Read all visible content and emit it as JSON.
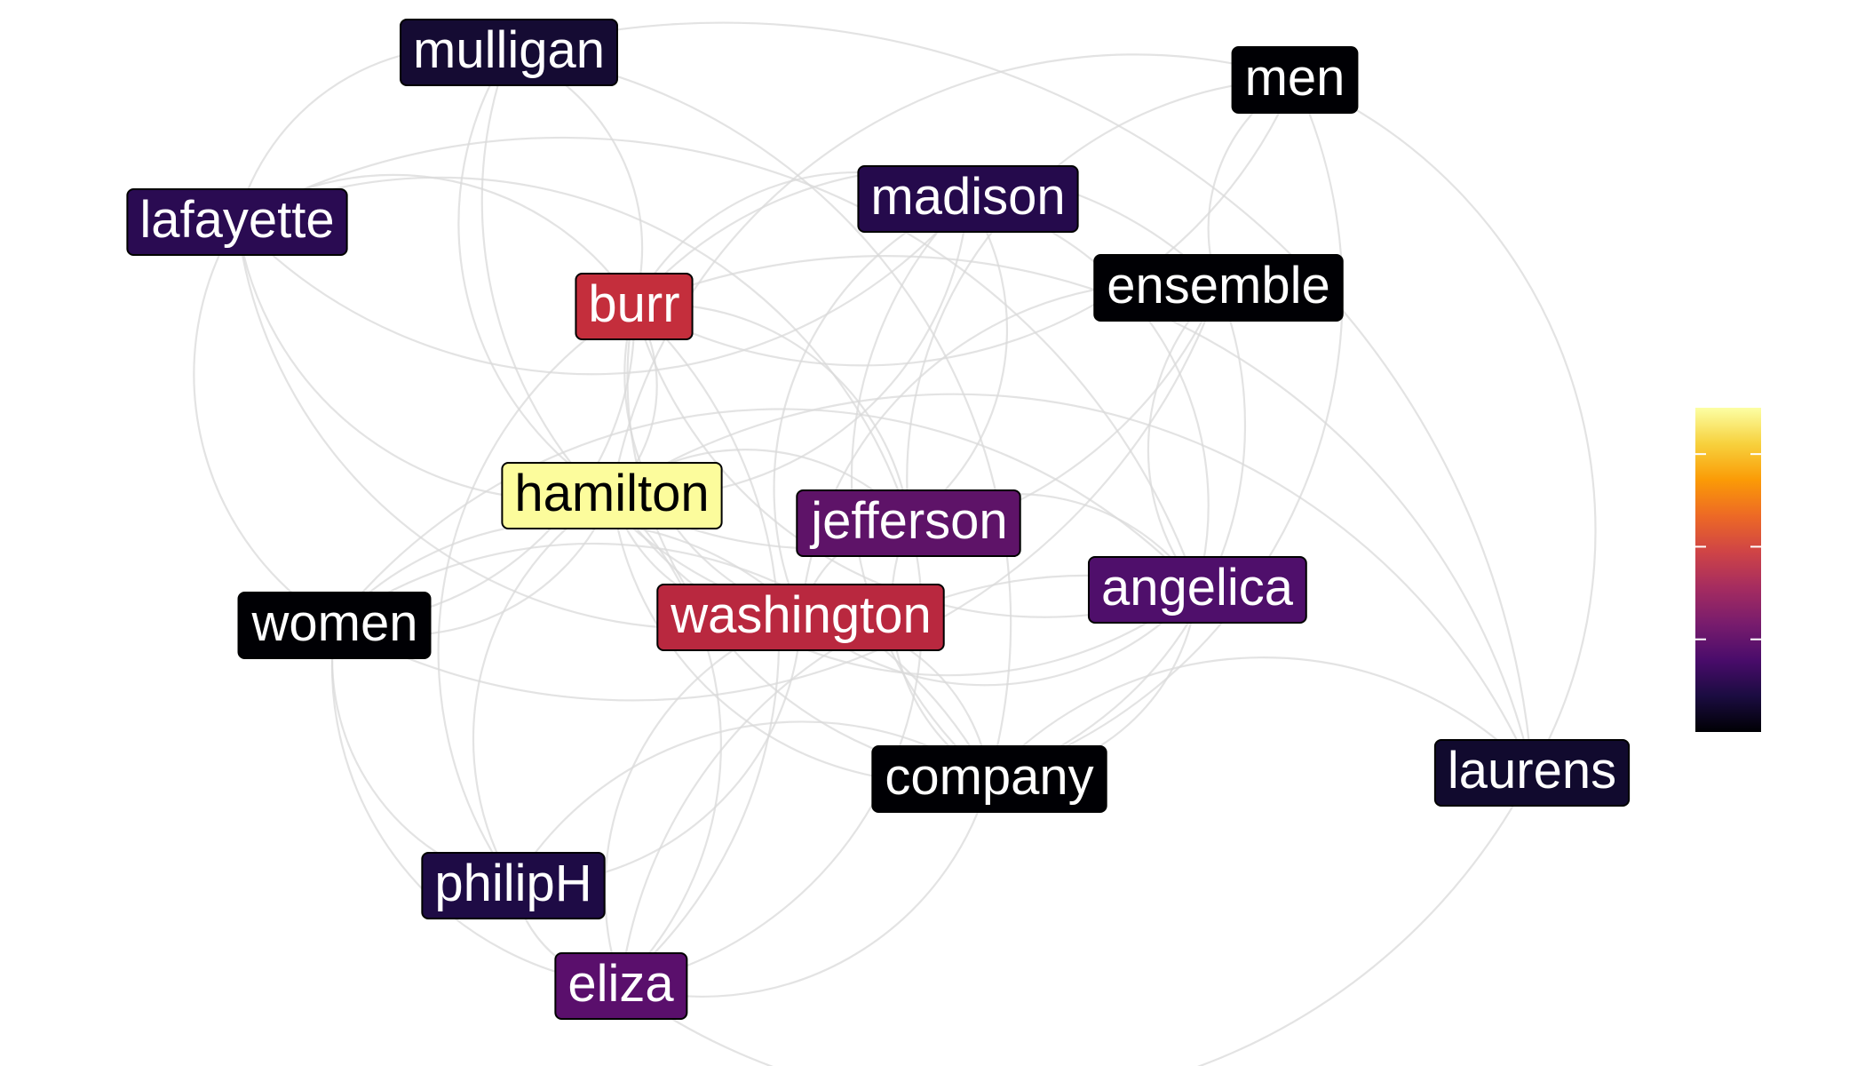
{
  "colors": {
    "edge": "#d9d9d9",
    "background": "#ffffff",
    "light_text": "#ffffff",
    "dark_text": "#000000",
    "colorbar_stops": [
      "#000004",
      "#1b0c41",
      "#4a0c6b",
      "#781c6d",
      "#a52c60",
      "#cf4446",
      "#ed6925",
      "#fb9b06",
      "#f7d13d",
      "#fcffa4"
    ]
  },
  "nodes": [
    {
      "id": "mulligan",
      "label": "mulligan",
      "color": "#150b33"
    },
    {
      "id": "men",
      "label": "men",
      "color": "#000004"
    },
    {
      "id": "lafayette",
      "label": "lafayette",
      "color": "#2a0b52"
    },
    {
      "id": "madison",
      "label": "madison",
      "color": "#250a4c"
    },
    {
      "id": "ensemble",
      "label": "ensemble",
      "color": "#000004"
    },
    {
      "id": "burr",
      "label": "burr",
      "color": "#c42e3c"
    },
    {
      "id": "hamilton",
      "label": "hamilton",
      "color": "#fcfc9c"
    },
    {
      "id": "jefferson",
      "label": "jefferson",
      "color": "#5e1368"
    },
    {
      "id": "angelica",
      "label": "angelica",
      "color": "#4f0f6b"
    },
    {
      "id": "women",
      "label": "women",
      "color": "#000004"
    },
    {
      "id": "washington",
      "label": "washington",
      "color": "#b9283f"
    },
    {
      "id": "company",
      "label": "company",
      "color": "#000004"
    },
    {
      "id": "laurens",
      "label": "laurens",
      "color": "#110a2e"
    },
    {
      "id": "philipH",
      "label": "philipH",
      "color": "#1e0b45"
    },
    {
      "id": "eliza",
      "label": "eliza",
      "color": "#5a0f6c"
    }
  ],
  "edges": [
    [
      "mulligan",
      "hamilton"
    ],
    [
      "mulligan",
      "burr"
    ],
    [
      "mulligan",
      "lafayette"
    ],
    [
      "mulligan",
      "laurens"
    ],
    [
      "mulligan",
      "washington"
    ],
    [
      "mulligan",
      "company"
    ],
    [
      "men",
      "hamilton"
    ],
    [
      "men",
      "burr"
    ],
    [
      "men",
      "ensemble"
    ],
    [
      "men",
      "company"
    ],
    [
      "men",
      "jefferson"
    ],
    [
      "men",
      "laurens"
    ],
    [
      "lafayette",
      "hamilton"
    ],
    [
      "lafayette",
      "burr"
    ],
    [
      "lafayette",
      "washington"
    ],
    [
      "lafayette",
      "jefferson"
    ],
    [
      "lafayette",
      "women"
    ],
    [
      "lafayette",
      "angelica"
    ],
    [
      "lafayette",
      "madison"
    ],
    [
      "madison",
      "hamilton"
    ],
    [
      "madison",
      "burr"
    ],
    [
      "madison",
      "jefferson"
    ],
    [
      "madison",
      "washington"
    ],
    [
      "madison",
      "angelica"
    ],
    [
      "madison",
      "company"
    ],
    [
      "ensemble",
      "hamilton"
    ],
    [
      "ensemble",
      "burr"
    ],
    [
      "ensemble",
      "women"
    ],
    [
      "ensemble",
      "angelica"
    ],
    [
      "ensemble",
      "company"
    ],
    [
      "ensemble",
      "washington"
    ],
    [
      "burr",
      "hamilton"
    ],
    [
      "burr",
      "washington"
    ],
    [
      "burr",
      "jefferson"
    ],
    [
      "burr",
      "angelica"
    ],
    [
      "burr",
      "eliza"
    ],
    [
      "burr",
      "philipH"
    ],
    [
      "burr",
      "women"
    ],
    [
      "burr",
      "company"
    ],
    [
      "burr",
      "laurens"
    ],
    [
      "hamilton",
      "washington"
    ],
    [
      "hamilton",
      "jefferson"
    ],
    [
      "hamilton",
      "angelica"
    ],
    [
      "hamilton",
      "eliza"
    ],
    [
      "hamilton",
      "philipH"
    ],
    [
      "hamilton",
      "women"
    ],
    [
      "hamilton",
      "company"
    ],
    [
      "hamilton",
      "laurens"
    ],
    [
      "jefferson",
      "washington"
    ],
    [
      "jefferson",
      "angelica"
    ],
    [
      "jefferson",
      "company"
    ],
    [
      "jefferson",
      "eliza"
    ],
    [
      "angelica",
      "eliza"
    ],
    [
      "angelica",
      "washington"
    ],
    [
      "angelica",
      "women"
    ],
    [
      "angelica",
      "company"
    ],
    [
      "washington",
      "eliza"
    ],
    [
      "washington",
      "company"
    ],
    [
      "washington",
      "women"
    ],
    [
      "washington",
      "philipH"
    ],
    [
      "women",
      "eliza"
    ],
    [
      "women",
      "company"
    ],
    [
      "women",
      "philipH"
    ],
    [
      "company",
      "eliza"
    ],
    [
      "company",
      "philipH"
    ],
    [
      "company",
      "laurens"
    ],
    [
      "philipH",
      "eliza"
    ],
    [
      "laurens",
      "eliza"
    ]
  ]
}
